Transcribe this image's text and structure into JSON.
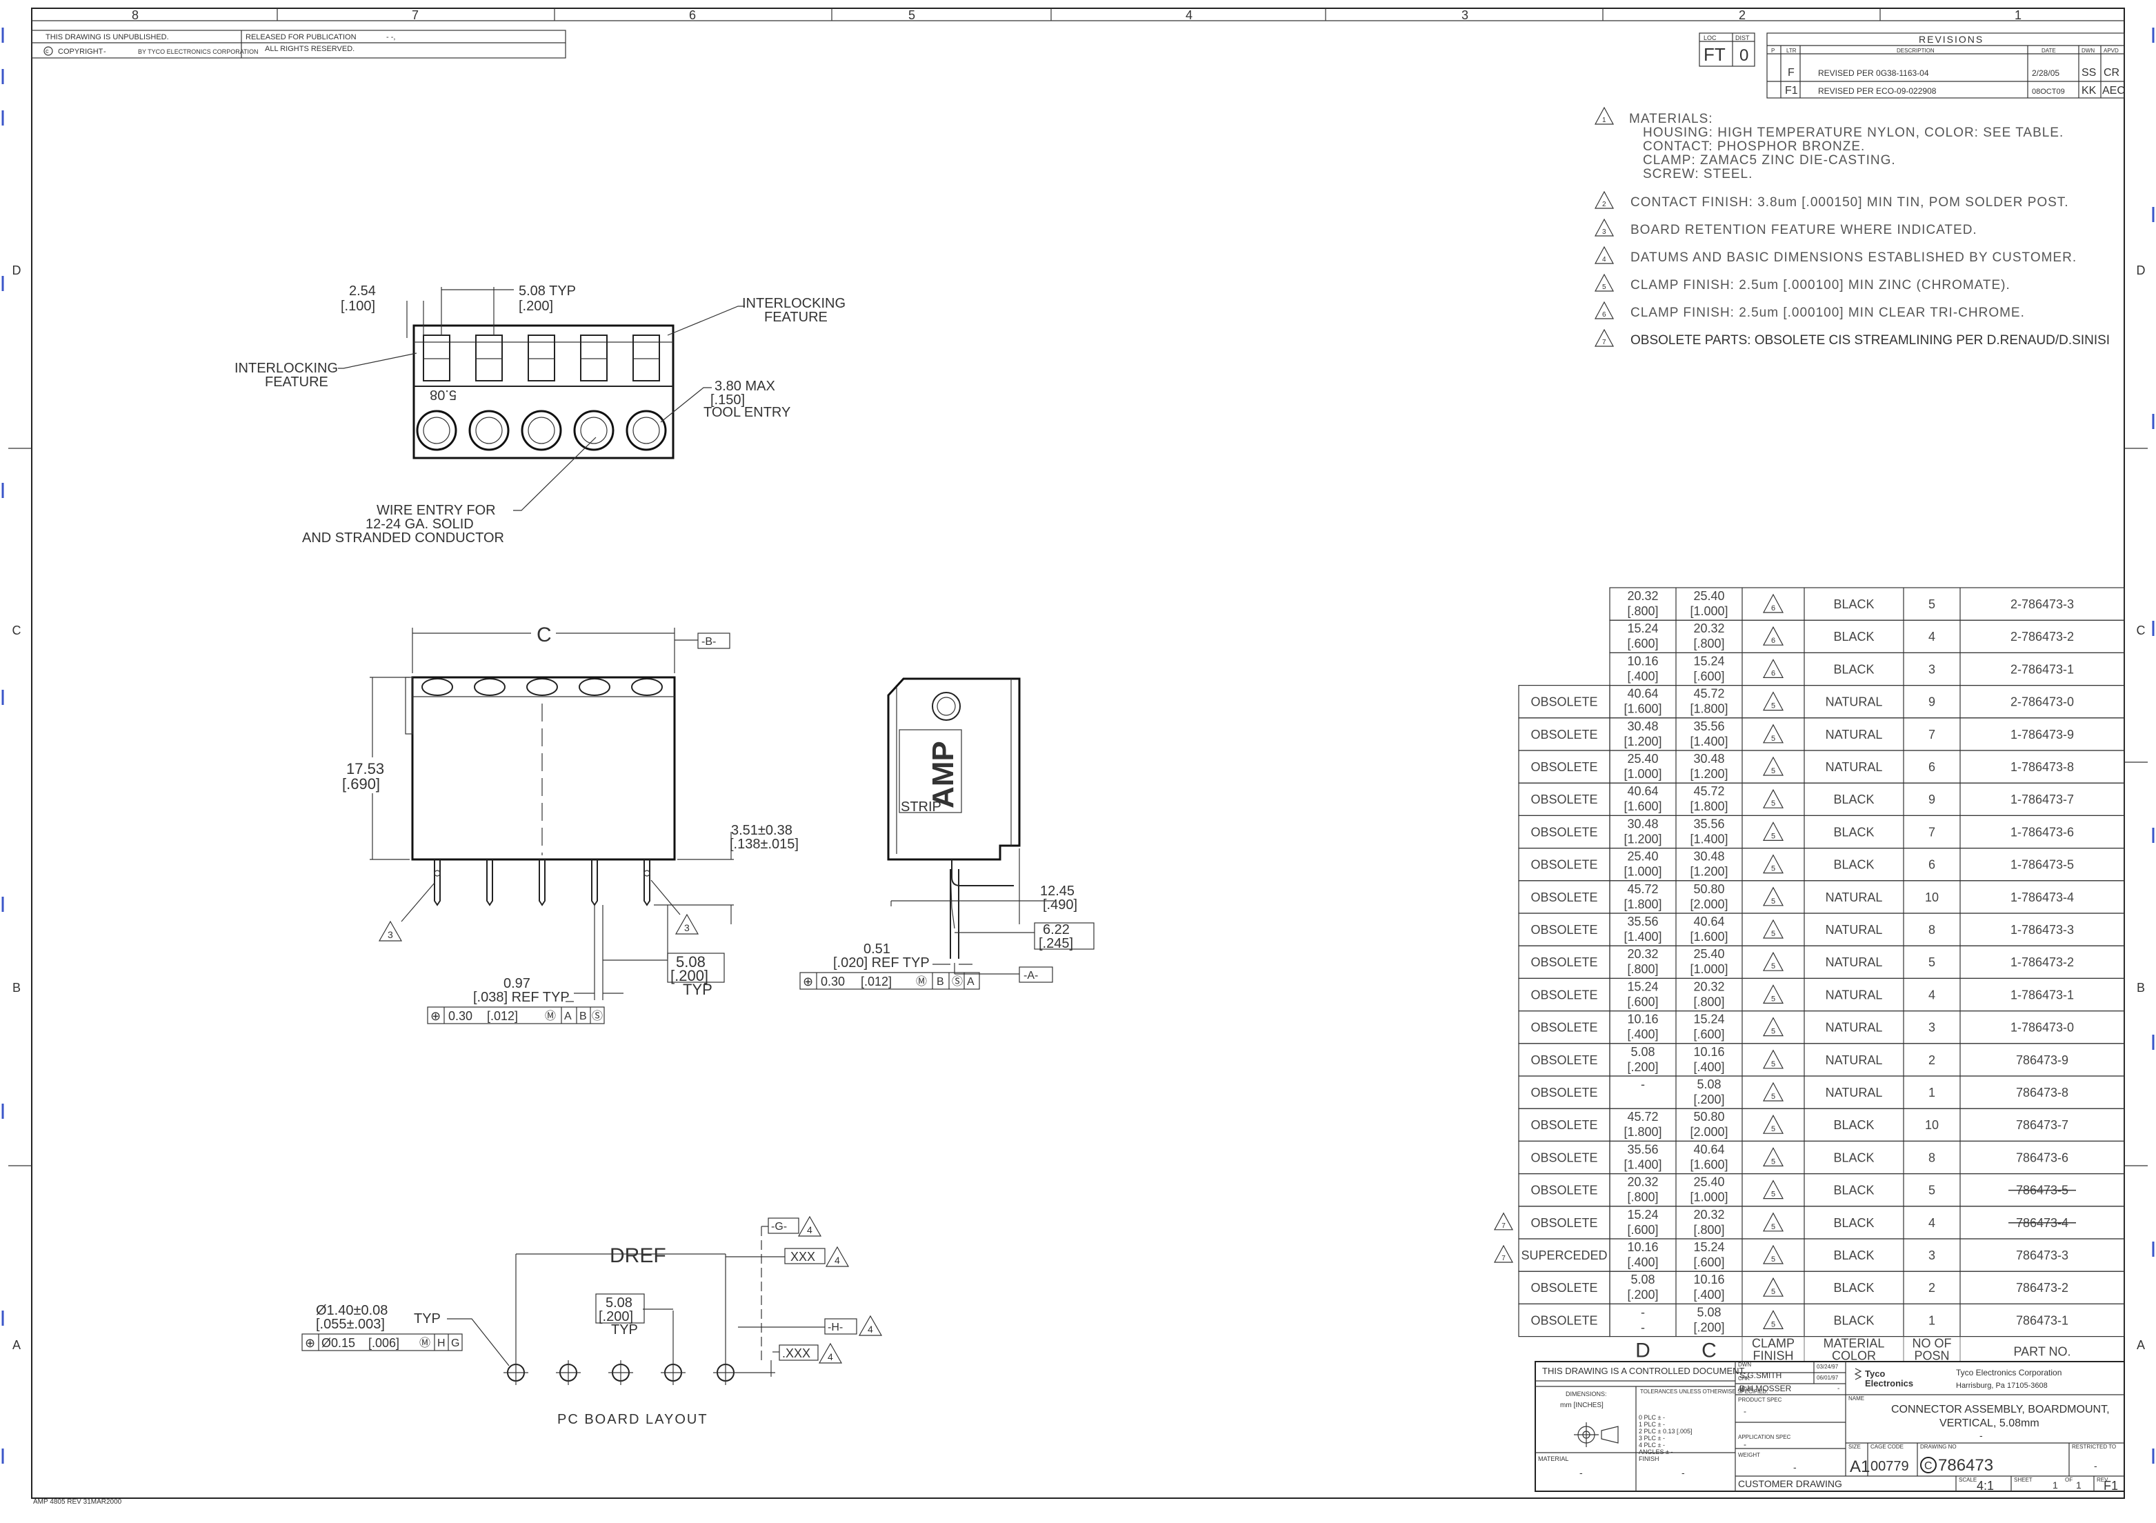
{
  "border": {
    "top_zones": [
      "8",
      "7",
      "6",
      "5",
      "4",
      "3",
      "2",
      "1"
    ],
    "side_zones": [
      "D",
      "C",
      "B",
      "A"
    ]
  },
  "title_block_top": {
    "unpublished": "THIS DRAWING IS UNPUBLISHED.",
    "released": "RELEASED FOR PUBLICATION",
    "released_val": "- -,",
    "copyright": "COPYRIGHT",
    "copyright_dash": "-",
    "by": "BY TYCO ELECTRONICS CORPORATION",
    "rights": "ALL RIGHTS RESERVED."
  },
  "revisions": {
    "header": "REVISIONS",
    "loc_label": "LOC",
    "dist_label": "DIST",
    "loc": "FT",
    "dist": "0",
    "col_p": "P",
    "col_ltr": "LTR",
    "col_desc": "DESCRIPTION",
    "col_date": "DATE",
    "col_dwn": "DWN",
    "col_apvd": "APVD",
    "rows": [
      {
        "ltr": "F",
        "desc": "REVISED PER 0G38-1163-04",
        "date": "2/28/05",
        "dwn": "SS",
        "apvd": "CR"
      },
      {
        "ltr": "F1",
        "desc": "REVISED PER ECO-09-022908",
        "date": "08OCT09",
        "dwn": "KK",
        "apvd": "AEC"
      }
    ]
  },
  "notes": {
    "materials_title": "MATERIALS:",
    "materials": [
      "HOUSING: HIGH TEMPERATURE NYLON, COLOR: SEE TABLE.",
      "CONTACT: PHOSPHOR BRONZE.",
      "CLAMP: ZAMAC5 ZINC DIE-CASTING.",
      "SCREW: STEEL."
    ],
    "items": [
      "CONTACT FINISH: 3.8um [.000150] MIN TIN, POM SOLDER POST.",
      "BOARD RETENTION FEATURE WHERE INDICATED.",
      "DATUMS AND BASIC DIMENSIONS ESTABLISHED BY CUSTOMER.",
      "CLAMP FINISH: 2.5um [.000100] MIN ZINC (CHROMATE).",
      "CLAMP FINISH: 2.5um [.000100] MIN CLEAR TRI-CHROME.",
      "OBSOLETE PARTS: OBSOLETE CIS STREAMLINING PER D.RENAUD/D.SINISI"
    ],
    "flags": [
      "1",
      "2",
      "3",
      "4",
      "5",
      "6",
      "7"
    ]
  },
  "top_view": {
    "dim_254": "2.54",
    "dim_254_in": "[.100]",
    "dim_508": "5.08 TYP",
    "dim_508_in": "[.200]",
    "interlock_r1": "INTERLOCKING",
    "interlock_r2": "FEATURE",
    "interlock_l1": "INTERLOCKING",
    "interlock_l2": "FEATURE",
    "mark": "5.08",
    "tool1": "3.80 MAX",
    "tool2": "[.150]",
    "tool3": "TOOL ENTRY",
    "wire1": "WIRE ENTRY FOR",
    "wire2": "12-24 GA. SOLID",
    "wire3": "AND STRANDED CONDUCTOR"
  },
  "front_view": {
    "dim_c": "C",
    "datum_b": "-B-",
    "h1": "17.53",
    "h2": "[.690]",
    "pin1": "3.51±0.38",
    "pin2": "[.138±.015]",
    "flag3": "3",
    "pitch1": "5.08",
    "pitch2": "[.200]",
    "pitch3": "TYP",
    "ref1": "0.97",
    "ref2": "[.038] REF TYP",
    "fcf": [
      "⊕",
      "0.30",
      "[.012]",
      "Ⓜ",
      "A",
      "B",
      "Ⓢ"
    ]
  },
  "side_view": {
    "brand": "AMP",
    "strip": "STRIP",
    "d1": "12.45",
    "d1_in": "[.490]",
    "d2": "6.22",
    "d2_in": "[.245]",
    "ref1": "0.51",
    "ref2": "[.020] REF TYP",
    "datum_a": "-A-",
    "fcf": [
      "⊕",
      "0.30",
      "[.012]",
      "Ⓜ",
      "B",
      "Ⓢ",
      "A"
    ]
  },
  "pcb": {
    "title": "PC BOARD LAYOUT",
    "dref": "DREF",
    "pitch1": "5.08",
    "pitch2": "[.200]",
    "pitch3": "TYP",
    "hole1": "Ø1.40±0.08",
    "hole_typ": "TYP",
    "hole2": "[.055±.003]",
    "fcf": [
      "⊕",
      "Ø0.15",
      "[.006]",
      "Ⓜ",
      "H",
      "G"
    ],
    "datum_g": "-G-",
    "datum_h": "-H-",
    "basic1": "XXX",
    "basic2": ".XXX",
    "flag": "4"
  },
  "table": {
    "headers": {
      "d": "D",
      "c": "C",
      "finish1": "CLAMP",
      "finish2": "FINISH",
      "mat1": "MATERIAL",
      "mat2": "COLOR",
      "pos1": "NO OF",
      "pos2": "POSN",
      "part": "PART NO."
    },
    "rows": [
      {
        "status": "",
        "d": "20.32",
        "d_in": "[.800]",
        "c": "25.40",
        "c_in": "[1.000]",
        "finish": "6",
        "color": "BLACK",
        "pos": "5",
        "part": "2-786473-3"
      },
      {
        "status": "",
        "d": "15.24",
        "d_in": "[.600]",
        "c": "20.32",
        "c_in": "[.800]",
        "finish": "6",
        "color": "BLACK",
        "pos": "4",
        "part": "2-786473-2"
      },
      {
        "status": "",
        "d": "10.16",
        "d_in": "[.400]",
        "c": "15.24",
        "c_in": "[.600]",
        "finish": "6",
        "color": "BLACK",
        "pos": "3",
        "part": "2-786473-1"
      },
      {
        "status": "OBSOLETE",
        "d": "40.64",
        "d_in": "[1.600]",
        "c": "45.72",
        "c_in": "[1.800]",
        "finish": "5",
        "color": "NATURAL",
        "pos": "9",
        "part": "2-786473-0"
      },
      {
        "status": "OBSOLETE",
        "d": "30.48",
        "d_in": "[1.200]",
        "c": "35.56",
        "c_in": "[1.400]",
        "finish": "5",
        "color": "NATURAL",
        "pos": "7",
        "part": "1-786473-9"
      },
      {
        "status": "OBSOLETE",
        "d": "25.40",
        "d_in": "[1.000]",
        "c": "30.48",
        "c_in": "[1.200]",
        "finish": "5",
        "color": "NATURAL",
        "pos": "6",
        "part": "1-786473-8"
      },
      {
        "status": "OBSOLETE",
        "d": "40.64",
        "d_in": "[1.600]",
        "c": "45.72",
        "c_in": "[1.800]",
        "finish": "5",
        "color": "BLACK",
        "pos": "9",
        "part": "1-786473-7"
      },
      {
        "status": "OBSOLETE",
        "d": "30.48",
        "d_in": "[1.200]",
        "c": "35.56",
        "c_in": "[1.400]",
        "finish": "5",
        "color": "BLACK",
        "pos": "7",
        "part": "1-786473-6"
      },
      {
        "status": "OBSOLETE",
        "d": "25.40",
        "d_in": "[1.000]",
        "c": "30.48",
        "c_in": "[1.200]",
        "finish": "5",
        "color": "BLACK",
        "pos": "6",
        "part": "1-786473-5"
      },
      {
        "status": "OBSOLETE",
        "d": "45.72",
        "d_in": "[1.800]",
        "c": "50.80",
        "c_in": "[2.000]",
        "finish": "5",
        "color": "NATURAL",
        "pos": "10",
        "part": "1-786473-4"
      },
      {
        "status": "OBSOLETE",
        "d": "35.56",
        "d_in": "[1.400]",
        "c": "40.64",
        "c_in": "[1.600]",
        "finish": "5",
        "color": "NATURAL",
        "pos": "8",
        "part": "1-786473-3"
      },
      {
        "status": "OBSOLETE",
        "d": "20.32",
        "d_in": "[.800]",
        "c": "25.40",
        "c_in": "[1.000]",
        "finish": "5",
        "color": "NATURAL",
        "pos": "5",
        "part": "1-786473-2"
      },
      {
        "status": "OBSOLETE",
        "d": "15.24",
        "d_in": "[.600]",
        "c": "20.32",
        "c_in": "[.800]",
        "finish": "5",
        "color": "NATURAL",
        "pos": "4",
        "part": "1-786473-1"
      },
      {
        "status": "OBSOLETE",
        "d": "10.16",
        "d_in": "[.400]",
        "c": "15.24",
        "c_in": "[.600]",
        "finish": "5",
        "color": "NATURAL",
        "pos": "3",
        "part": "1-786473-0"
      },
      {
        "status": "OBSOLETE",
        "d": "5.08",
        "d_in": "[.200]",
        "c": "10.16",
        "c_in": "[.400]",
        "finish": "5",
        "color": "NATURAL",
        "pos": "2",
        "part": "786473-9"
      },
      {
        "status": "OBSOLETE",
        "d": "-",
        "d_in": "",
        "c": "5.08",
        "c_in": "[.200]",
        "finish": "5",
        "color": "NATURAL",
        "pos": "1",
        "part": "786473-8"
      },
      {
        "status": "OBSOLETE",
        "d": "45.72",
        "d_in": "[1.800]",
        "c": "50.80",
        "c_in": "[2.000]",
        "finish": "5",
        "color": "BLACK",
        "pos": "10",
        "part": "786473-7"
      },
      {
        "status": "OBSOLETE",
        "d": "35.56",
        "d_in": "[1.400]",
        "c": "40.64",
        "c_in": "[1.600]",
        "finish": "5",
        "color": "BLACK",
        "pos": "8",
        "part": "786473-6"
      },
      {
        "status": "OBSOLETE",
        "d": "20.32",
        "d_in": "[.800]",
        "c": "25.40",
        "c_in": "[1.000]",
        "finish": "5",
        "color": "BLACK",
        "pos": "5",
        "part": "786473-5"
      },
      {
        "status": "OBSOLETE",
        "d": "15.24",
        "d_in": "[.600]",
        "c": "20.32",
        "c_in": "[.800]",
        "finish": "5",
        "color": "BLACK",
        "pos": "4",
        "part": "786473-4"
      },
      {
        "status": "SUPERCEDED",
        "d": "10.16",
        "d_in": "[.400]",
        "c": "15.24",
        "c_in": "[.600]",
        "finish": "5",
        "color": "BLACK",
        "pos": "3",
        "part": "786473-3"
      },
      {
        "status": "OBSOLETE",
        "d": "5.08",
        "d_in": "[.200]",
        "c": "10.16",
        "c_in": "[.400]",
        "finish": "5",
        "color": "BLACK",
        "pos": "2",
        "part": "786473-2"
      },
      {
        "status": "OBSOLETE",
        "d": "-",
        "d_in": "-",
        "c": "5.08",
        "c_in": "[.200]",
        "finish": "5",
        "color": "BLACK",
        "pos": "1",
        "part": "786473-1"
      }
    ]
  },
  "title_block": {
    "controlled": "THIS DRAWING IS A CONTROLLED DOCUMENT.",
    "dwn_label": "DWN",
    "dwn": "S.G.SMITH",
    "dwn_date": "03/24/97",
    "chk_label": "CHK",
    "chk": "B.H.MOSSER",
    "chk_date": "06/01/97",
    "apvd_label": "APVD",
    "apvd": "-",
    "dims_label": "DIMENSIONS:",
    "dims_unit": "mm [INCHES]",
    "tol_title": "TOLERANCES UNLESS OTHERWISE SPECIFIED:",
    "tols": [
      "0 PLC   ± -",
      "1 PLC   ± -",
      "2 PLC   ± 0.13 [.005]",
      "3 PLC   ± -",
      "4 PLC   ± -",
      "ANGLES   ± -"
    ],
    "product_spec": "PRODUCT SPEC",
    "product_spec_val": "-",
    "app_spec": "APPLICATION SPEC",
    "app_spec_val": "-",
    "weight": "WEIGHT",
    "weight_val": "-",
    "material": "MATERIAL",
    "material_val": "-",
    "finish": "FINISH",
    "finish_val": "-",
    "company": "Tyco Electronics Corporation",
    "address": "Harrisburg, Pa 17105-3608",
    "logo1": "Tyco",
    "logo2": "Electronics",
    "name_label": "NAME",
    "name1": "CONNECTOR ASSEMBLY, BOARDMOUNT,",
    "name2": "VERTICAL, 5.08mm",
    "size_label": "SIZE",
    "size": "A1",
    "cage_label": "CAGE CODE",
    "cage": "00779",
    "dwg_label": "DRAWING NO",
    "dwg_prefix": "C",
    "dwg": "786473",
    "restricted": "RESTRICTED TO",
    "restricted_val": "-",
    "customer": "CUSTOMER DRAWING",
    "scale_label": "SCALE",
    "scale": "4:1",
    "sheet_label": "SHEET",
    "sheet": "1",
    "of_label": "OF",
    "of": "1",
    "rev_label": "REV",
    "rev": "F1"
  },
  "footer": "AMP 4805 REV 31MAR2000"
}
